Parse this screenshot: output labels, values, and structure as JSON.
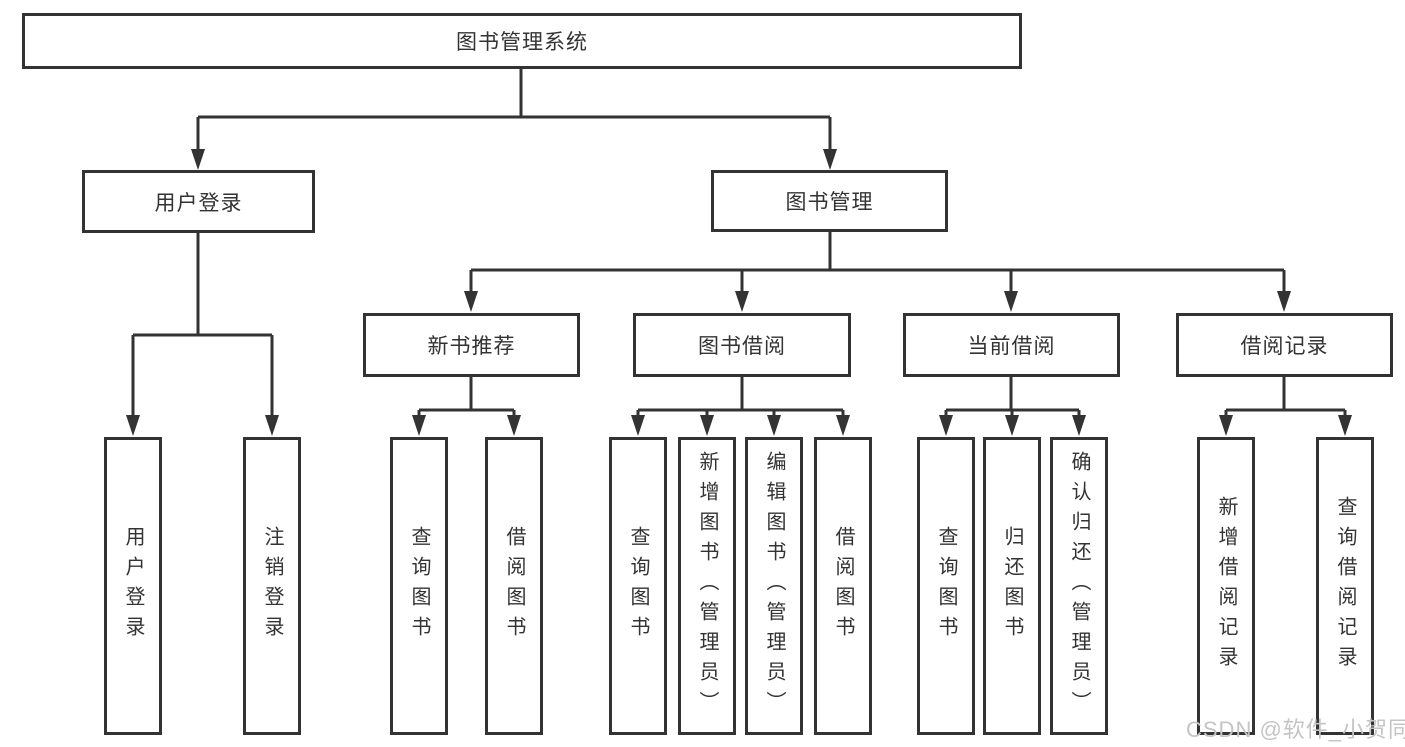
{
  "nodes": {
    "root": "图书管理系统",
    "user_login": "用户登录",
    "book_management": "图书管理",
    "new_book_recommend": "新书推荐",
    "book_borrowing": "图书借阅",
    "current_borrowing": "当前借阅",
    "borrowing_records": "借阅记录",
    "leaf_user_login": "用户登录",
    "leaf_logout": "注销登录",
    "rec_query_book": "查询图书",
    "rec_borrow_book": "借阅图书",
    "bb_query_book": "查询图书",
    "bb_add_book_admin": "新增图书（管理员）",
    "bb_edit_book_admin": "编辑图书（管理员）",
    "bb_borrow_book": "借阅图书",
    "cb_query_book": "查询图书",
    "cb_return_book": "归还图书",
    "cb_confirm_return_admin": "确认归还（管理员）",
    "br_add_record": "新增借阅记录",
    "br_query_record": "查询借阅记录"
  },
  "hierarchy": {
    "图书管理系统": [
      "用户登录",
      "图书管理"
    ],
    "用户登录": [
      "用户登录",
      "注销登录"
    ],
    "图书管理": [
      "新书推荐",
      "图书借阅",
      "当前借阅",
      "借阅记录"
    ],
    "新书推荐": [
      "查询图书",
      "借阅图书"
    ],
    "图书借阅": [
      "查询图书",
      "新增图书（管理员）",
      "编辑图书（管理员）",
      "借阅图书"
    ],
    "当前借阅": [
      "查询图书",
      "归还图书",
      "确认归还（管理员）"
    ],
    "借阅记录": [
      "新增借阅记录",
      "查询借阅记录"
    ]
  },
  "watermark": "CSDN @软件_小贺同学",
  "colors": {
    "line": "#333333",
    "text": "#333333",
    "watermark": "#c4c4c4",
    "background": "#ffffff"
  }
}
